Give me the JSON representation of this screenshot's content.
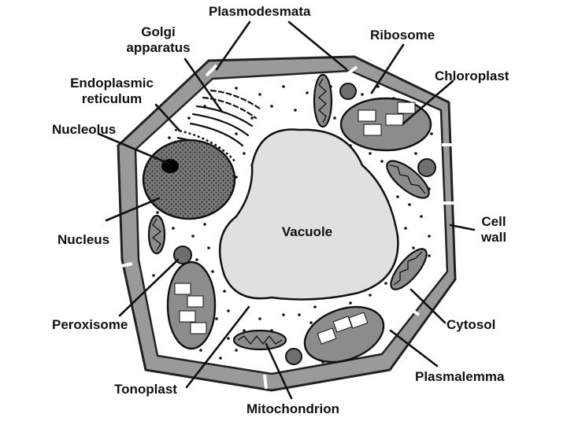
{
  "labels": {
    "plasmodesmata": "Plasmodesmata",
    "golgi_line1": "Golgi",
    "golgi_line2": "apparatus",
    "ribosome": "Ribosome",
    "er_line1": "Endoplasmic",
    "er_line2": "reticulum",
    "chloroplast": "Chloroplast",
    "nucleolus": "Nucleolus",
    "vacuole": "Vacuole",
    "cell_line1": "Cell",
    "cell_line2": "wall",
    "nucleus": "Nucleus",
    "peroxisome": "Peroxisome",
    "cytosol": "Cytosol",
    "plasmalemma": "Plasmalemma",
    "tonoplast": "Tonoplast",
    "mitochondrion": "Mitochondrion"
  },
  "colors": {
    "cell_wall": "#9a9a9a",
    "cytoplasm": "#ffffff",
    "vacuole": "#e0e0e0",
    "organelle": "#8c8c8c",
    "nucleus": "#6e6e6e",
    "ink": "#111111"
  }
}
